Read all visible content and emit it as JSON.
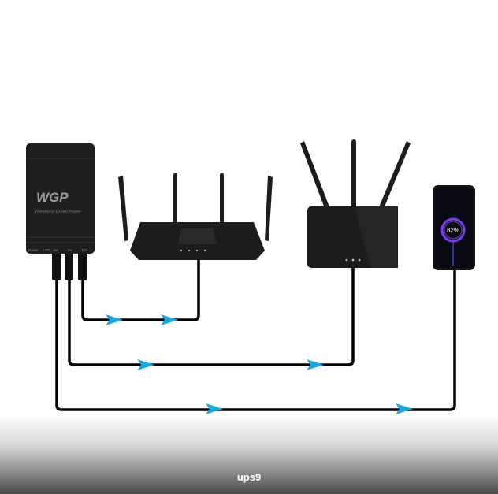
{
  "ups": {
    "brand": "WGP",
    "tagline": "Wonderful Green Power",
    "ports": [
      "Power",
      "LED",
      "5V",
      "9V",
      "12V"
    ]
  },
  "phone": {
    "battery_percent": "82%"
  },
  "colors": {
    "arrow": "#1aa7e0",
    "cable": "#000000",
    "device": "#1c1c1e"
  },
  "caption": "ups9"
}
